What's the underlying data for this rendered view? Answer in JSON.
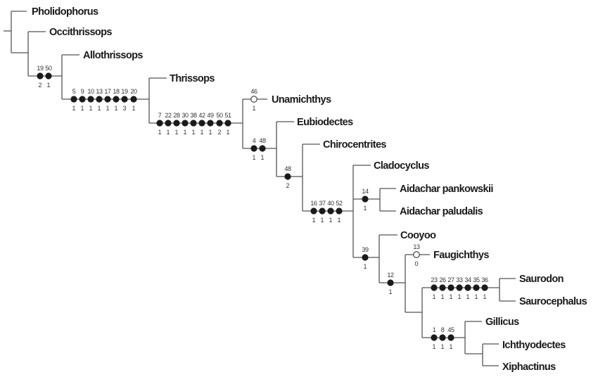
{
  "taxa": [
    {
      "name": "Pholidophorus"
    },
    {
      "name": "Occithrissops"
    },
    {
      "name": "Allothrissops"
    },
    {
      "name": "Thrissops"
    },
    {
      "name": "Unamichthys"
    },
    {
      "name": "Eubiodectes"
    },
    {
      "name": "Chirocentrites"
    },
    {
      "name": "Cladocyclus"
    },
    {
      "name": "Aidachar pankowskii"
    },
    {
      "name": "Aidachar paludalis"
    },
    {
      "name": "Cooyoo"
    },
    {
      "name": "Faugichthys"
    },
    {
      "name": "Saurodon"
    },
    {
      "name": "Saurocephalus"
    },
    {
      "name": "Gillicus"
    },
    {
      "name": "Ichthyodectes"
    },
    {
      "name": "Xiphactinus"
    }
  ],
  "character_groups": [
    {
      "node": "clade-after-Pholidophorus",
      "characters": [
        {
          "char": "19",
          "state": "2",
          "type": "filled"
        },
        {
          "char": "50",
          "state": "1",
          "type": "filled"
        }
      ]
    },
    {
      "node": "clade-after-Occithrissops",
      "characters": [
        {
          "char": "5",
          "state": "1",
          "type": "filled"
        },
        {
          "char": "9",
          "state": "1",
          "type": "filled"
        },
        {
          "char": "10",
          "state": "1",
          "type": "filled"
        },
        {
          "char": "13",
          "state": "1",
          "type": "filled"
        },
        {
          "char": "17",
          "state": "1",
          "type": "filled"
        },
        {
          "char": "18",
          "state": "1",
          "type": "filled"
        },
        {
          "char": "19",
          "state": "3",
          "type": "filled"
        },
        {
          "char": "20",
          "state": "1",
          "type": "filled"
        }
      ]
    },
    {
      "node": "clade-after-Allothrissops",
      "characters": [
        {
          "char": "7",
          "state": "1",
          "type": "filled"
        },
        {
          "char": "22",
          "state": "1",
          "type": "filled"
        },
        {
          "char": "28",
          "state": "1",
          "type": "filled"
        },
        {
          "char": "30",
          "state": "1",
          "type": "filled"
        },
        {
          "char": "38",
          "state": "1",
          "type": "filled"
        },
        {
          "char": "42",
          "state": "1",
          "type": "filled"
        },
        {
          "char": "49",
          "state": "1",
          "type": "filled"
        },
        {
          "char": "50",
          "state": "2",
          "type": "filled"
        },
        {
          "char": "51",
          "state": "1",
          "type": "filled"
        }
      ]
    },
    {
      "node": "Unamichthys",
      "characters": [
        {
          "char": "46",
          "state": "1",
          "type": "open"
        }
      ]
    },
    {
      "node": "clade-after-Unamichthys",
      "characters": [
        {
          "char": "4",
          "state": "1",
          "type": "filled"
        },
        {
          "char": "48",
          "state": "1",
          "type": "filled"
        }
      ]
    },
    {
      "node": "clade-after-Eubiodectes",
      "characters": [
        {
          "char": "48",
          "state": "2",
          "type": "filled"
        }
      ]
    },
    {
      "node": "clade-after-Chirocentrites",
      "characters": [
        {
          "char": "16",
          "state": "1",
          "type": "filled"
        },
        {
          "char": "37",
          "state": "1",
          "type": "filled"
        },
        {
          "char": "40",
          "state": "1",
          "type": "filled"
        },
        {
          "char": "52",
          "state": "1",
          "type": "filled"
        }
      ]
    },
    {
      "node": "Aidachar",
      "characters": [
        {
          "char": "14",
          "state": "1",
          "type": "filled"
        }
      ]
    },
    {
      "node": "clade-Cooyoo-plus",
      "characters": [
        {
          "char": "39",
          "state": "1",
          "type": "filled"
        }
      ]
    },
    {
      "node": "clade-after-Cooyoo",
      "characters": [
        {
          "char": "12",
          "state": "1",
          "type": "filled"
        }
      ]
    },
    {
      "node": "Faugichthys",
      "characters": [
        {
          "char": "13",
          "state": "0",
          "type": "open"
        }
      ]
    },
    {
      "node": "Saurodontidae",
      "characters": [
        {
          "char": "23",
          "state": "1",
          "type": "filled"
        },
        {
          "char": "26",
          "state": "1",
          "type": "filled"
        },
        {
          "char": "27",
          "state": "1",
          "type": "filled"
        },
        {
          "char": "33",
          "state": "1",
          "type": "filled"
        },
        {
          "char": "34",
          "state": "1",
          "type": "filled"
        },
        {
          "char": "35",
          "state": "1",
          "type": "filled"
        },
        {
          "char": "36",
          "state": "1",
          "type": "filled"
        }
      ]
    },
    {
      "node": "Ichthyodectidae",
      "characters": [
        {
          "char": "1",
          "state": "1",
          "type": "filled"
        },
        {
          "char": "8",
          "state": "1",
          "type": "filled"
        },
        {
          "char": "45",
          "state": "1",
          "type": "filled"
        }
      ]
    }
  ]
}
